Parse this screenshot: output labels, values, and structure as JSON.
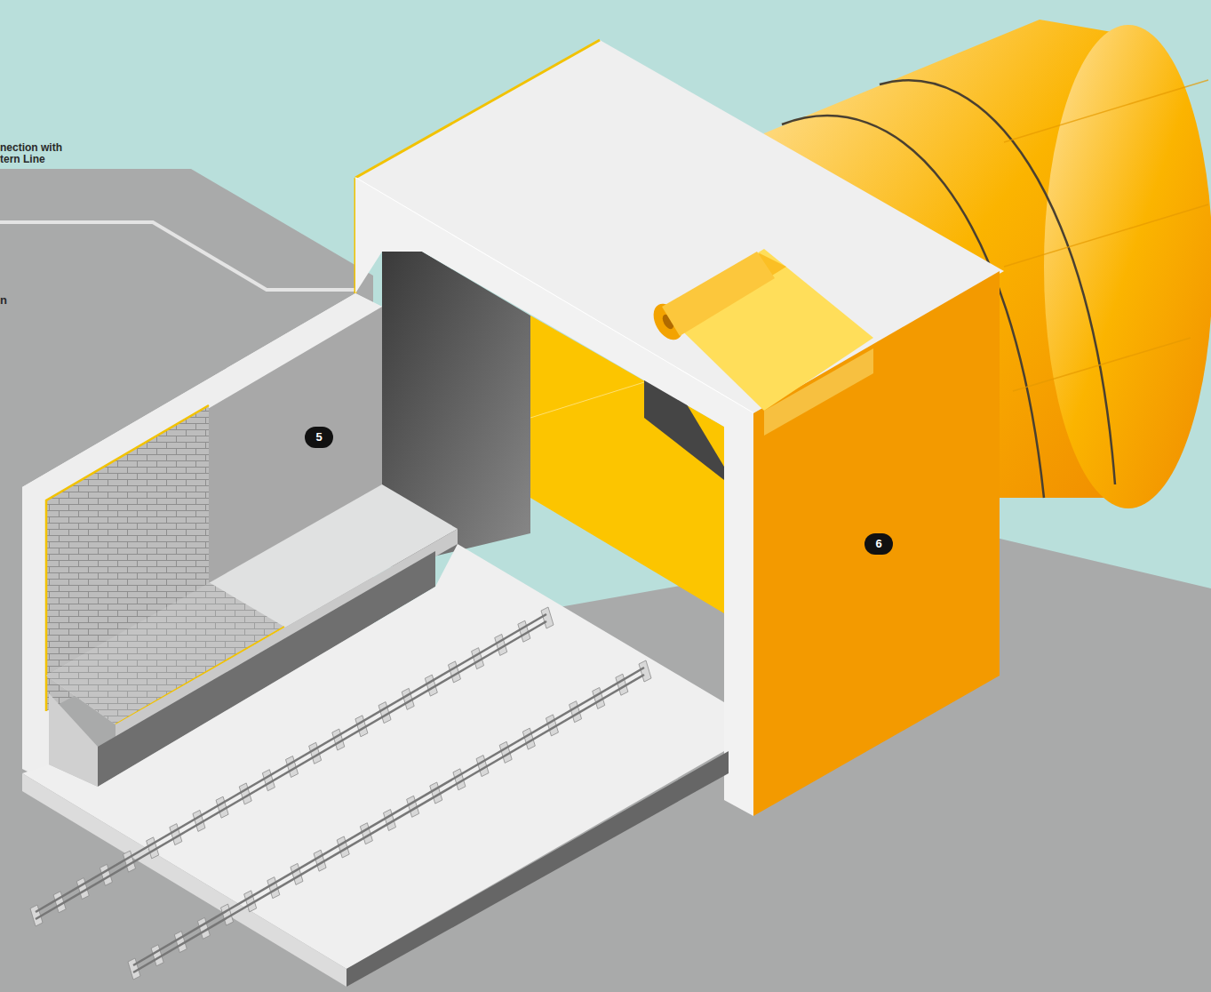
{
  "diagram": {
    "labels": [
      "nection with tern Line",
      "n",
      "5",
      "6"
    ]
  }
}
